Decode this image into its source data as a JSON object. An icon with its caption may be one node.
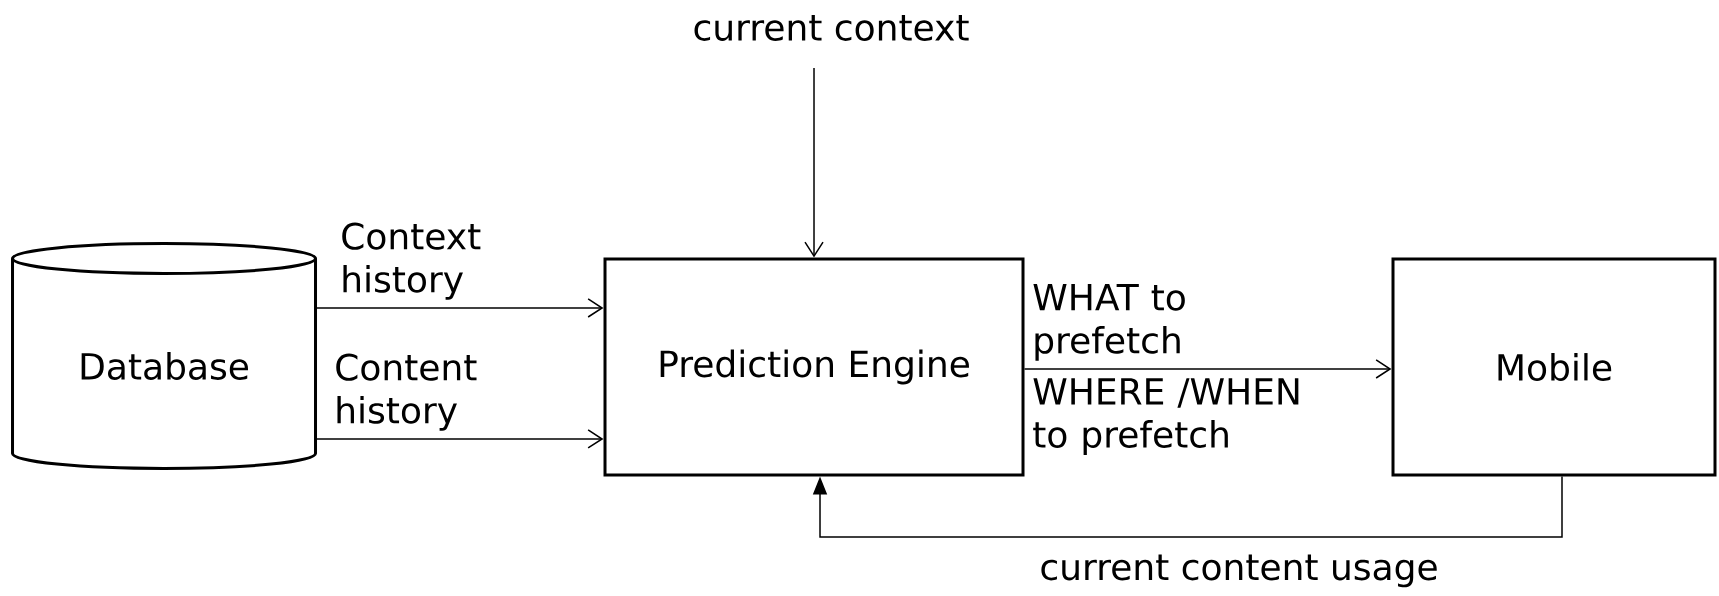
{
  "diagram": {
    "nodes": [
      {
        "text": [
          "current context"
        ]
      },
      {
        "text": [
          "Database"
        ]
      },
      {
        "text": [
          "Prediction Engine"
        ]
      },
      {
        "text": [
          "Mobile"
        ]
      }
    ],
    "edges": [
      {
        "from": 0,
        "to": 2,
        "arrow": "to"
      },
      {
        "from": 1,
        "to": 2,
        "arrow": "to",
        "label": "Context history"
      },
      {
        "from": 1,
        "to": 2,
        "arrow": "to",
        "label": "Content history"
      },
      {
        "from": 2,
        "to": 3,
        "arrow": "to",
        "label": "WHAT to prefetch"
      },
      {
        "from": 3,
        "to": 2,
        "arrow": "to",
        "label": "current content usage"
      }
    ],
    "labels": [
      "WHERE /WHEN to prefetch"
    ]
  }
}
